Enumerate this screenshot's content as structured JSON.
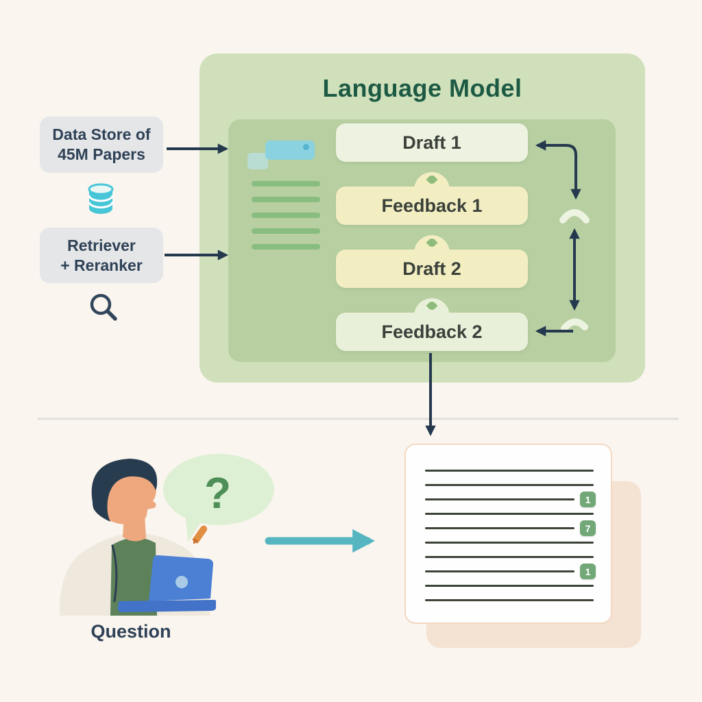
{
  "language_model": {
    "title": "Language Model",
    "steps": [
      {
        "label": "Draft 1",
        "variant": "light"
      },
      {
        "label": "Feedback 1",
        "variant": "yellow"
      },
      {
        "label": "Draft 2",
        "variant": "yellow"
      },
      {
        "label": "Feedback 2",
        "variant": "light"
      }
    ]
  },
  "inputs": {
    "data_store": {
      "line1": "Data Store of",
      "line2": "45M Papers",
      "icon": "database-icon"
    },
    "retriever": {
      "line1": "Retriever",
      "line2": "+ Reranker",
      "icon": "magnifier-icon"
    }
  },
  "question": {
    "label": "Question",
    "bubble_symbol": "?"
  },
  "answer_document": {
    "citations": [
      "1",
      "7",
      "1"
    ],
    "line_count": 10
  },
  "colors": {
    "background": "#faf5ef",
    "lm_box": "#cfe0bb",
    "lm_panel": "#b7cfa1",
    "pill_light": "#edf3e0",
    "pill_yellow": "#f2eec2",
    "pill_soft": "#e9f0d9",
    "title_text": "#1d5a44",
    "pill_text": "#3b413a",
    "label_bg": "#e5e6e8",
    "label_text": "#2e4156",
    "arrow": "#24384e",
    "teal_arrow": "#55b6c2",
    "database_icon": "#47c6d8",
    "speech_bubble": "#def0d3",
    "question_mark": "#4e8e57",
    "doc_border": "#f3d8c2",
    "doc_shadow": "#f4e2d3",
    "doc_line": "#3c4337",
    "citation_badge": "#72a877",
    "leaf": "#8fbb7d"
  }
}
